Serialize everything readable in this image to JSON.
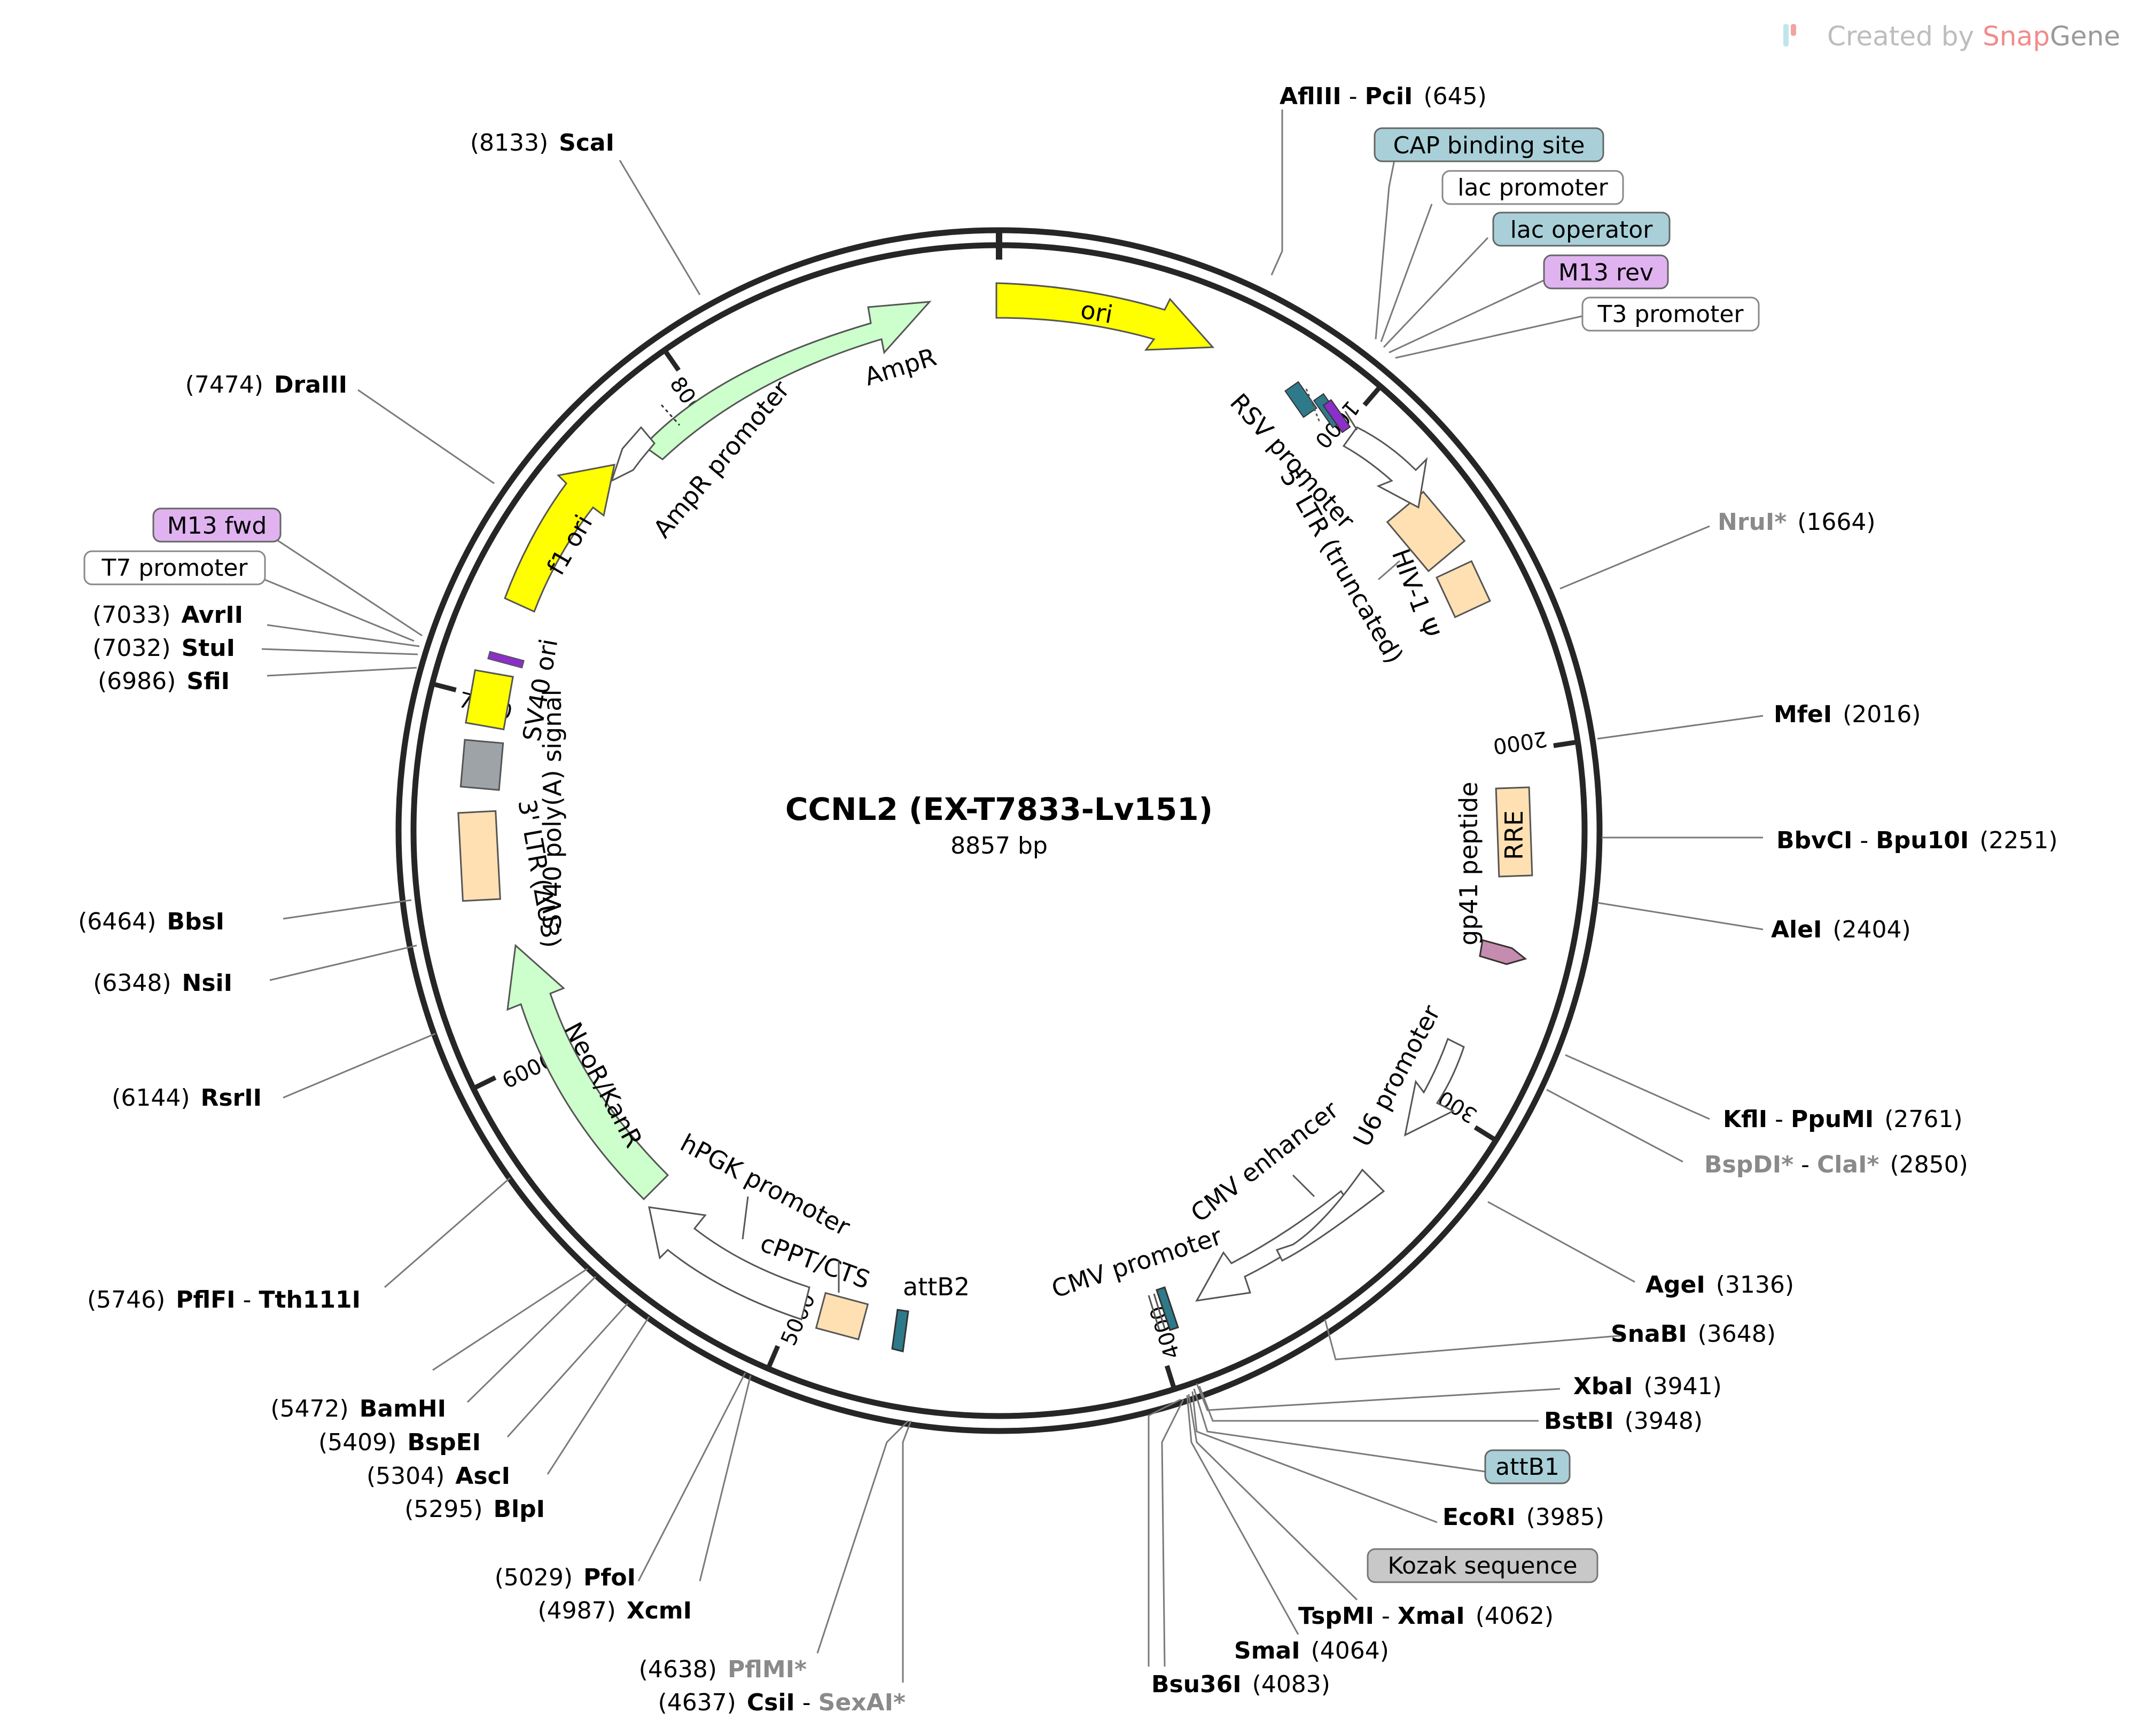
{
  "credit": {
    "prefix": "Created by ",
    "snap": "Snap",
    "gene": "Gene"
  },
  "plasmid": {
    "name": "CCNL2 (EX-T7833-Lv151)",
    "size": "8857 bp"
  },
  "ticks": [
    "1000",
    "2000",
    "3000",
    "4000",
    "5000",
    "6000",
    "7000",
    "8000"
  ],
  "features": {
    "ori": "ori",
    "ampr": "AmpR",
    "ampr_promoter": "AmpR promoter",
    "f1_ori": "f1 ori",
    "sv40_ori": "SV40 ori",
    "sv40_polya": "SV40 poly(A) signal",
    "ltr3": "3' LTR (ΔU3)",
    "neor": "NeoR/KanR",
    "hpgk": "hPGK promoter",
    "cppt": "cPPT/CTS",
    "attb2": "attB2",
    "cmv_promoter": "CMV promoter",
    "cmv_enhancer": "CMV enhancer",
    "u6": "U6 promoter",
    "gp41": "gp41 peptide",
    "rre": "RRE",
    "hiv_psi": "HIV-1 Ψ",
    "ltr5": "5' LTR (truncated)",
    "rsv": "RSV promoter"
  },
  "boxed_labels": {
    "cap": "CAP binding site",
    "lac_promoter": "lac promoter",
    "lac_operator": "lac operator",
    "m13_rev": "M13 rev",
    "t3": "T3 promoter",
    "m13_fwd": "M13 fwd",
    "t7": "T7 promoter",
    "attb1": "attB1",
    "kozak": "Kozak sequence"
  },
  "colors": {
    "yellow": "#ffff00",
    "green": "#ccffcc",
    "peach": "#ffe0b2",
    "teal": "#2e7a8a",
    "purple": "#8b2fc9",
    "grey_box": "#9ea3a8",
    "teal_label": "#a9d0d8",
    "purple_label": "#e0b3f0",
    "grey_label": "#c8c8c8",
    "gp41": "#c68cb0",
    "snap_red": "#f28b8b"
  },
  "sites": {
    "afliii": {
      "n1": "AflIII",
      "sep": " - ",
      "n2": "PciI",
      "pos": "(645)"
    },
    "nrui": {
      "n1": "NruI*",
      "pos": "(1664)"
    },
    "mfei": {
      "n1": "MfeI",
      "pos": "(2016)"
    },
    "bbvci": {
      "n1": "BbvCI",
      "sep": " - ",
      "n2": "Bpu10I",
      "pos": "(2251)"
    },
    "alei": {
      "n1": "AleI",
      "pos": "(2404)"
    },
    "kfli": {
      "n1": "KflI",
      "sep": " - ",
      "n2": "PpuMI",
      "pos": "(2761)"
    },
    "bspdi": {
      "n1": "BspDI*",
      "sep": " - ",
      "n2": "ClaI*",
      "pos": "(2850)"
    },
    "agei": {
      "n1": "AgeI",
      "pos": "(3136)"
    },
    "snabi": {
      "n1": "SnaBI",
      "pos": "(3648)"
    },
    "xbai": {
      "n1": "XbaI",
      "pos": "(3941)"
    },
    "bstbi": {
      "n1": "BstBI",
      "pos": "(3948)"
    },
    "ecori": {
      "n1": "EcoRI",
      "pos": "(3985)"
    },
    "tspmi": {
      "n1": "TspMI",
      "sep": " - ",
      "n2": "XmaI",
      "pos": "(4062)"
    },
    "smai": {
      "n1": "SmaI",
      "pos": "(4064)"
    },
    "bsu36i": {
      "n1": "Bsu36I",
      "pos": "(4083)"
    },
    "pflmi": {
      "n1": "PflMI*",
      "pos": "(4638)"
    },
    "csii": {
      "n1": "CsiI",
      "sep": " - ",
      "n2": "SexAI*",
      "pos": "(4637)"
    },
    "pfoi": {
      "n1": "PfoI",
      "pos": "(5029)"
    },
    "xcmi": {
      "n1": "XcmI",
      "pos": "(4987)"
    },
    "bamhi": {
      "n1": "BamHI",
      "pos": "(5472)"
    },
    "bspei": {
      "n1": "BspEI",
      "pos": "(5409)"
    },
    "asci": {
      "n1": "AscI",
      "pos": "(5304)"
    },
    "blpi": {
      "n1": "BlpI",
      "pos": "(5295)"
    },
    "pflfi": {
      "n1": "PflFI",
      "sep": " - ",
      "n2": "Tth111I",
      "pos": "(5746)"
    },
    "rsrii": {
      "n1": "RsrII",
      "pos": "(6144)"
    },
    "nsii": {
      "n1": "NsiI",
      "pos": "(6348)"
    },
    "bbsi": {
      "n1": "BbsI",
      "pos": "(6464)"
    },
    "sfii": {
      "n1": "SfiI",
      "pos": "(6986)"
    },
    "stui": {
      "n1": "StuI",
      "pos": "(7032)"
    },
    "avrii": {
      "n1": "AvrII",
      "pos": "(7033)"
    },
    "draiii": {
      "n1": "DraIII",
      "pos": "(7474)"
    },
    "scai": {
      "n1": "ScaI",
      "pos": "(8133)"
    }
  }
}
